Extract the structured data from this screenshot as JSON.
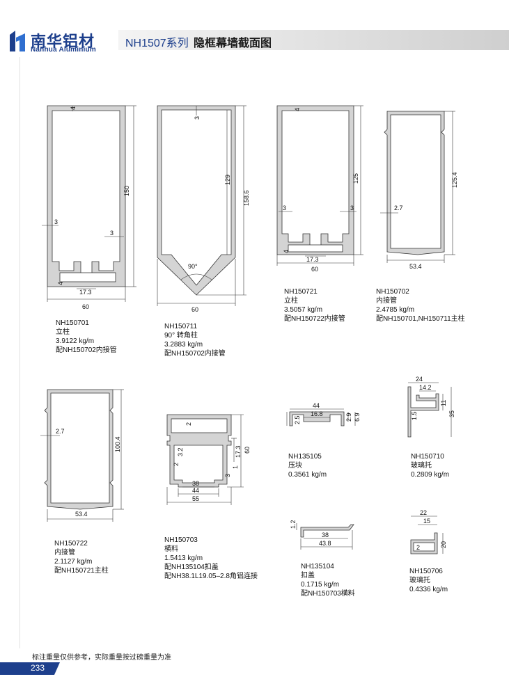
{
  "brand": {
    "name_cn": "南华铝材",
    "name_en": "Nanhua Aluminium"
  },
  "header": {
    "series": "NH1507系列",
    "title": "隐框幕墙截面图"
  },
  "parts": [
    {
      "code": "NH150701",
      "name": "立柱",
      "weight": "3.9122 kg/m",
      "note": "配NH150702内接管",
      "dims": {
        "width": "60",
        "height": "150",
        "wall": "3",
        "wall2": "3",
        "top": "4",
        "bottom": "4",
        "slot": "17.3"
      }
    },
    {
      "code": "NH150711",
      "name": "90°  转角柱",
      "weight": "3.2883 kg/m",
      "note": "配NH150702内接管",
      "dims": {
        "width": "60",
        "side": "129",
        "height": "158.6",
        "angle": "90°",
        "top": "3"
      }
    },
    {
      "code": "NH150721",
      "name": "立柱",
      "weight": "3.5057 kg/m",
      "note": "配NH150722内接管",
      "dims": {
        "width": "60",
        "height": "125",
        "wall": "3",
        "wall2": "3",
        "top": "4",
        "bottom": "4",
        "slot": "17.3"
      }
    },
    {
      "code": "NH150702",
      "name": "内接管",
      "weight": "2.4785 kg/m",
      "note": "配NH150701,NH150711主柱",
      "dims": {
        "width": "53.4",
        "height": "125.4",
        "wall": "2.7"
      }
    },
    {
      "code": "NH150722",
      "name": "内接管",
      "weight": "2.1127 kg/m",
      "note": "配NH150721主柱",
      "dims": {
        "width": "53.4",
        "height": "100.4",
        "wall": "2.7"
      }
    },
    {
      "code": "NH150703",
      "name": "横料",
      "weight": "1.5413 kg/m",
      "note": "配NH135104扣盖",
      "note2": "配NH38.1L19.05–2.8角铝连接",
      "dims": {
        "d2a": "2",
        "d32": "3.2",
        "d2b": "2",
        "d173": "17.3",
        "d60": "60",
        "d1": "1",
        "d3": "3",
        "d38": "38",
        "d44": "44",
        "d55": "55"
      }
    },
    {
      "code": "NH135105",
      "name": "压块",
      "weight": "0.3561 kg/m",
      "dims": {
        "w44": "44",
        "w168": "16.8",
        "h25": "2.5",
        "h29": "2.9",
        "h69": "6.9"
      }
    },
    {
      "code": "NH150710",
      "name": "玻璃托",
      "weight": "0.2809 kg/m",
      "dims": {
        "w24": "24",
        "w142": "14.2",
        "h11": "11",
        "h15": "1.5",
        "h35": "35"
      }
    },
    {
      "code": "NH135104",
      "name": "扣盖",
      "weight": "0.1715 kg/m",
      "note": "配NH150703横料",
      "dims": {
        "d12": "1.2",
        "w38": "38",
        "w438": "43.8"
      }
    },
    {
      "code": "NH150706",
      "name": "玻璃托",
      "weight": "0.4336 kg/m",
      "dims": {
        "w22": "22",
        "w15": "15",
        "h2": "2",
        "h20": "20"
      }
    }
  ],
  "footer": {
    "note": "标注重量仅供参考，实际重量按过磅重量为准",
    "page": "233"
  },
  "colors": {
    "brand": "#1d3f8c",
    "accent": "#2f6fd0",
    "profile": "#cfcfcf",
    "line": "#333333"
  }
}
